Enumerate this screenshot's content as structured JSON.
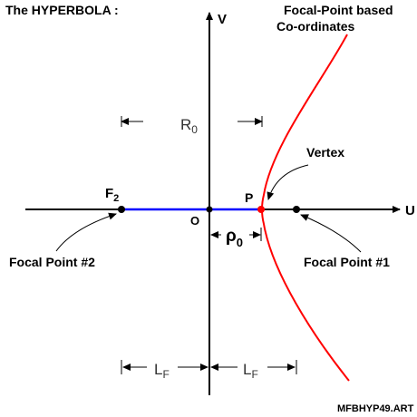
{
  "title": "The HYPERBOLA :",
  "caption_line1": "Focal-Point based",
  "caption_line2": "Co-ordinates",
  "axis_v": "V",
  "axis_u": "U",
  "origin": "O",
  "point_p": "P",
  "f2_base": "F",
  "f2_sub": "2",
  "r0_base": "R",
  "r0_sub": "0",
  "rho_base": "ρ",
  "rho_sub": "0",
  "lf_base": "L",
  "lf_sub": "F",
  "vertex_label": "Vertex",
  "focal1_label": "Focal Point #1",
  "focal2_label": "Focal Point #2",
  "footer": "MFBHYP49.ART",
  "colors": {
    "curve": "#ff0000",
    "segment": "#0000ff",
    "axes": "#000000",
    "vertex_point": "#ff0000"
  }
}
